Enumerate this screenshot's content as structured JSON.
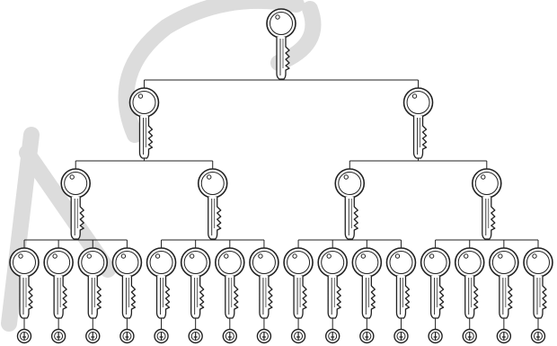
{
  "diagram": {
    "kind": "master-key-hierarchy",
    "levels": [
      {
        "level": "grand-master",
        "count": 1
      },
      {
        "level": "master",
        "count": 2
      },
      {
        "level": "sub-master",
        "count": 4
      },
      {
        "level": "change-key",
        "count": 16
      },
      {
        "level": "cylinder",
        "count": 16
      }
    ],
    "colors": {
      "line": "#222222",
      "key_fill": "#ffffff",
      "watermark": "#d6d6d6"
    },
    "icons": {
      "key": "key-icon",
      "cylinder": "lock-cylinder-icon"
    }
  }
}
